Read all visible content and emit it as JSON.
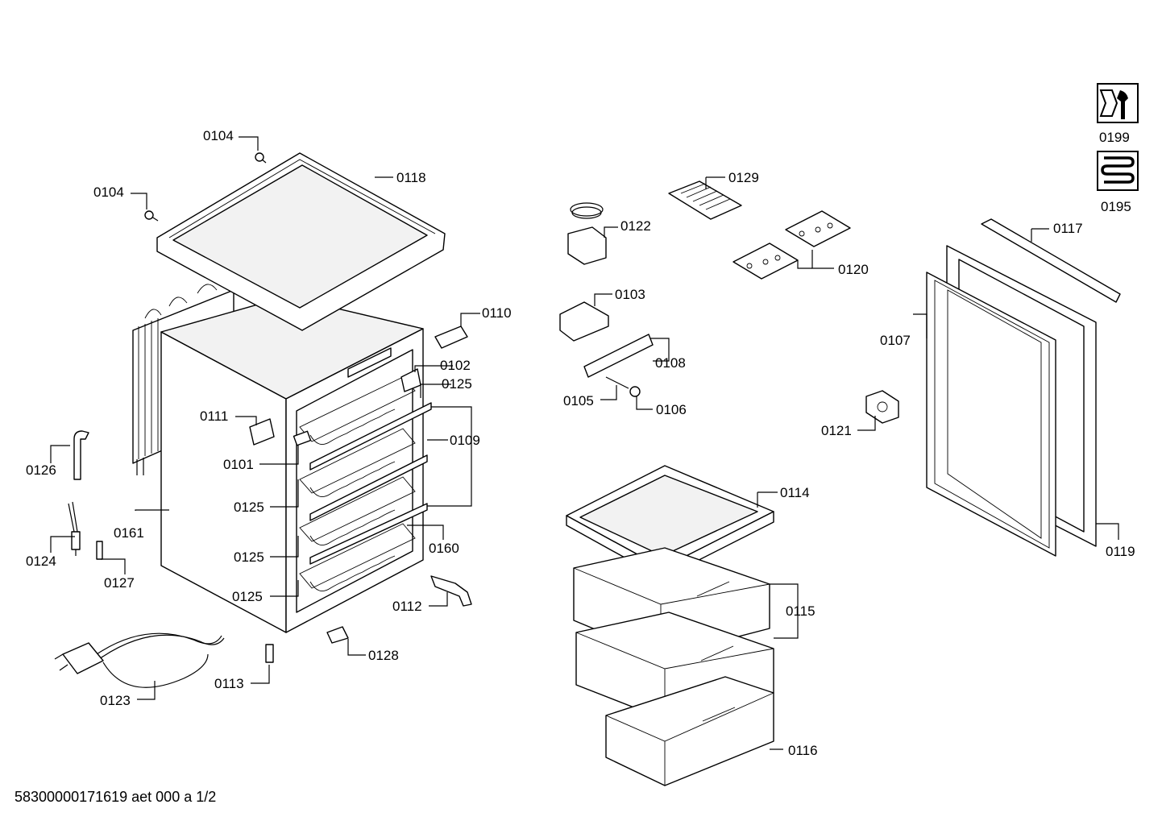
{
  "footer_text": "58300000171619 aet 000 a 1/2",
  "part_labels": {
    "p0104a": "0104",
    "p0104b": "0104",
    "p0118": "0118",
    "p0110": "0110",
    "p0102": "0102",
    "p0125a": "0125",
    "p0125b": "0125",
    "p0125c": "0125",
    "p0125d": "0125",
    "p0111": "0111",
    "p0109": "0109",
    "p0101": "0101",
    "p0126": "0126",
    "p0161": "0161",
    "p0124": "0124",
    "p0127": "0127",
    "p0160": "0160",
    "p0112": "0112",
    "p0128": "0128",
    "p0113": "0113",
    "p0123": "0123",
    "p0129": "0129",
    "p0122": "0122",
    "p0120": "0120",
    "p0103": "0103",
    "p0108": "0108",
    "p0105": "0105",
    "p0106": "0106",
    "p0114": "0114",
    "p0115": "0115",
    "p0116": "0116",
    "p0117": "0117",
    "p0107": "0107",
    "p0121": "0121",
    "p0119": "0119",
    "p0199": "0199",
    "p0195": "0195"
  }
}
